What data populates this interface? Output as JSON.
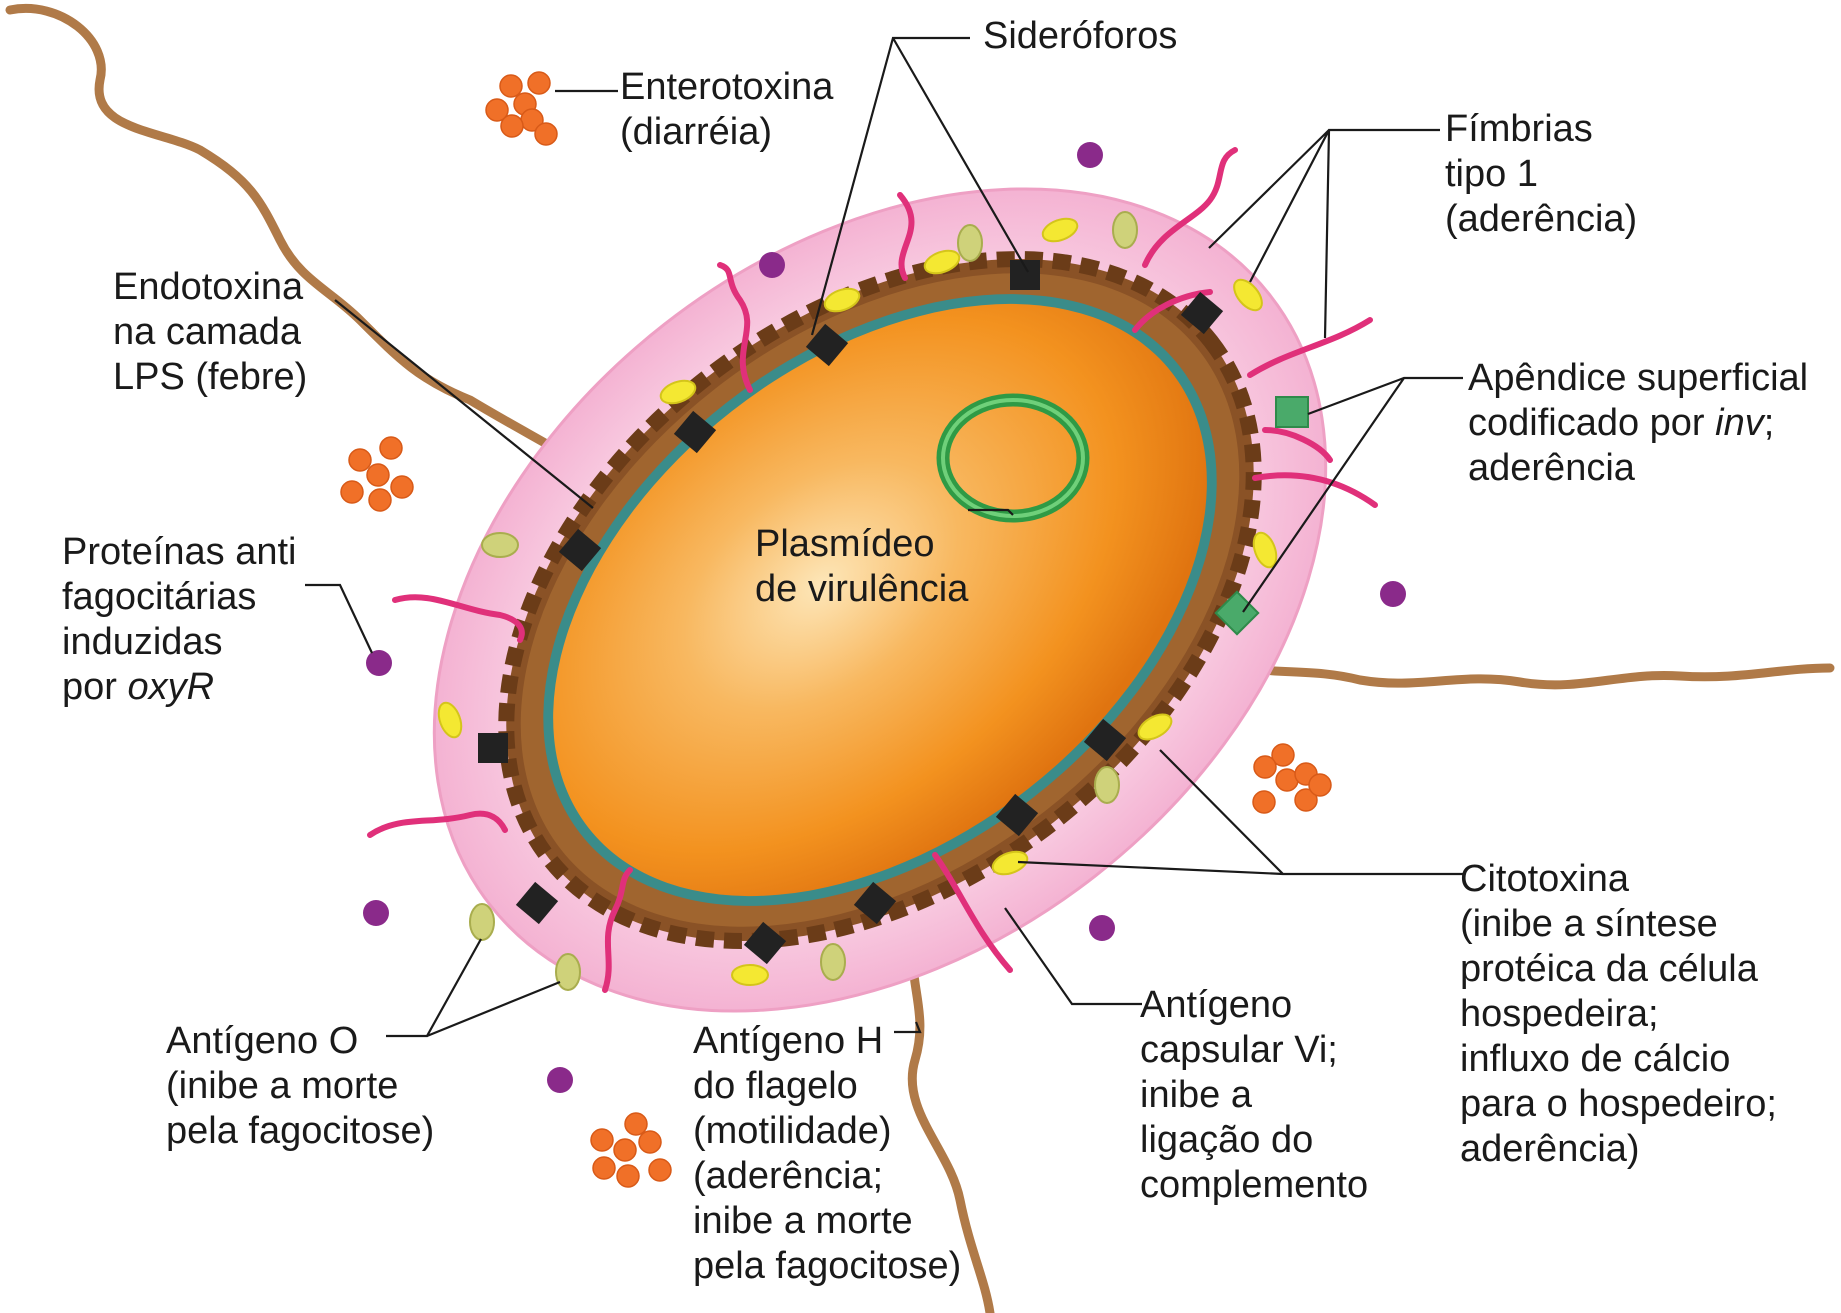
{
  "labels": {
    "sideroforos": {
      "lines": [
        "Sideróforos"
      ]
    },
    "enterotoxina": {
      "lines": [
        "Enterotoxina",
        "(diarréia)"
      ]
    },
    "fimbrias": {
      "lines": [
        "Fímbrias",
        "tipo 1",
        "(aderência)"
      ]
    },
    "endotoxina": {
      "lines": [
        "Endotoxina",
        "na camada",
        "LPS (febre)"
      ]
    },
    "apendice": {
      "lines": [
        "Apêndice superficial",
        "codificado por ",
        "inv",
        ";",
        "aderência"
      ]
    },
    "plasmideo": {
      "lines": [
        "Plasmídeo",
        "de virulência"
      ]
    },
    "proteinas": {
      "lines": [
        "Proteínas anti",
        "fagocitárias",
        "induzidas",
        "por ",
        "oxyR"
      ]
    },
    "citotoxina": {
      "lines": [
        "Citotoxina",
        "(inibe a síntese",
        "protéica da célula",
        "hospedeira;",
        "influxo de cálcio",
        "para o hospedeiro;",
        "aderência)"
      ]
    },
    "antigeno_capsular": {
      "lines": [
        "Antígeno",
        "capsular Vi;",
        "inibe a",
        "ligação do",
        "complemento"
      ]
    },
    "antigeno_o": {
      "lines": [
        "Antígeno O",
        "(inibe a morte",
        "pela fagocitose)"
      ]
    },
    "antigeno_h": {
      "lines": [
        "Antígeno H",
        "do flagelo",
        "(motilidade)",
        "(aderência;",
        "inibe a morte",
        "pela fagocitose)"
      ]
    }
  },
  "colors": {
    "capsule": "#f7c6df",
    "lps_layer": "#8a5226",
    "membrane": "#3a8c8a",
    "cytoplasm": "#f39a2a",
    "plasmid": "#3aaa4a",
    "flagellum": "#b07a48",
    "fimbria": "#e0307a",
    "enterotoxin": "#f07028",
    "antiphagocytic_protein": "#8a2a8a",
    "siderophore": "#222222",
    "cytotoxin": "#f4e832",
    "o_antigen": "#cfd27a",
    "inv_appendage": "#4aaa6a"
  }
}
